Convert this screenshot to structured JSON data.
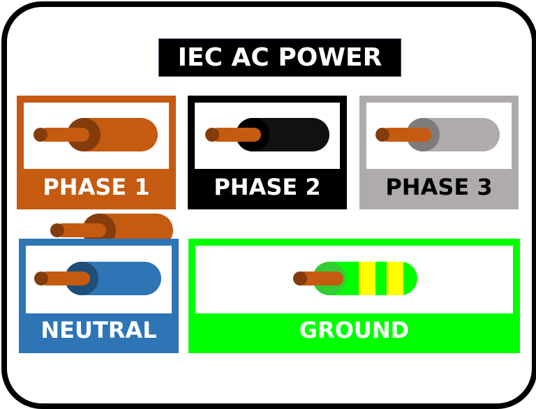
{
  "title": "IEC AC POWER",
  "colors": {
    "copper": "#C55A11",
    "copper_end": "#843C0C",
    "phase1": "#C55A11",
    "phase1_end": "#843C0C",
    "phase2": "#111111",
    "phase3": "#AFABAB",
    "phase3_end": "#7F7B7B",
    "neutral": "#2E75B6",
    "neutral_end": "#1F4E79",
    "ground": "#00FF00",
    "ground_end": "#33CC33",
    "ground_stripe": "#FFFF00"
  },
  "cards": [
    {
      "id": "phase1",
      "label": "PHASE 1",
      "label_color": "#FFFFFF",
      "frame_color": "#C55A11"
    },
    {
      "id": "phase2",
      "label": "PHASE 2",
      "label_color": "#FFFFFF",
      "frame_color": "#000000"
    },
    {
      "id": "phase3",
      "label": "PHASE 3",
      "label_color": "#000000",
      "frame_color": "#AFABAB"
    },
    {
      "id": "neutral",
      "label": "NEUTRAL",
      "label_color": "#FFFFFF",
      "frame_color": "#2E75B6"
    },
    {
      "id": "ground",
      "label": "GROUND",
      "label_color": "#FFFFFF",
      "frame_color": "#00FF00"
    }
  ]
}
